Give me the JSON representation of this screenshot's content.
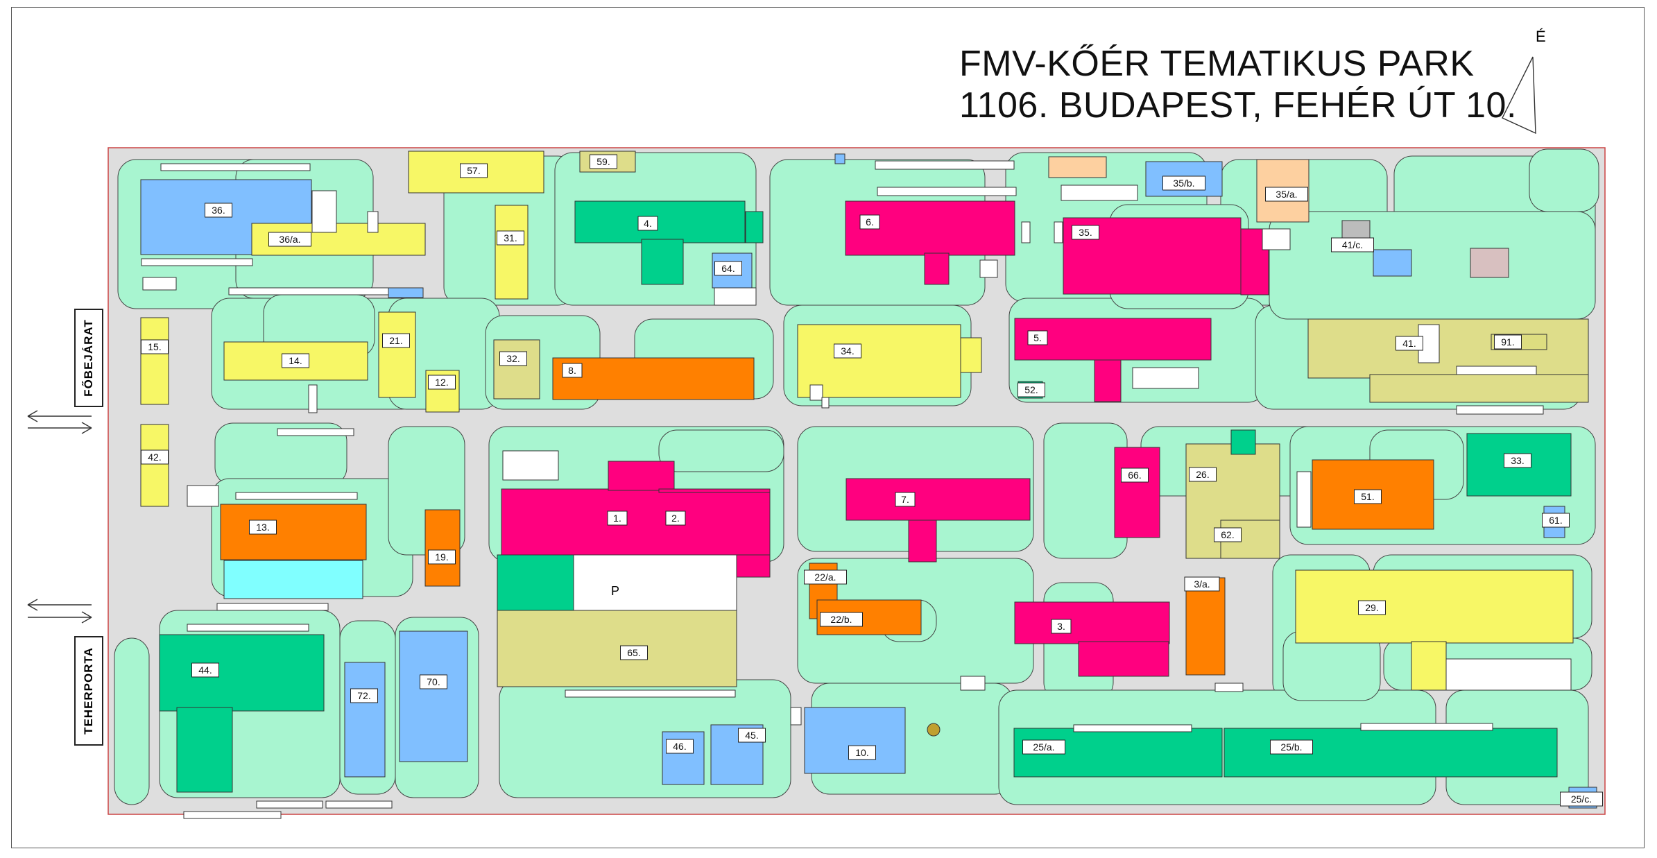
{
  "title": {
    "line1": "FMV-KŐÉR TEMATIKUS PARK",
    "line2": "1106. BUDAPEST, FEHÉR ÚT 10."
  },
  "north_label": "É",
  "entrances": {
    "main": "FŐBEJÁRAT",
    "freight": "TEHERPORTA"
  },
  "parking_label": "P",
  "colors": {
    "ground": "#a8f5d0",
    "road": "#dedede",
    "magenta": "#ff007f",
    "orange": "#ff8000",
    "yellow": "#f7f766",
    "blue": "#80bfff",
    "green": "#00d08c",
    "khaki": "#dedd8a",
    "cyan": "#80ffff",
    "peach": "#fdd0a0"
  },
  "buildings": [
    "1.",
    "2.",
    "3.",
    "3/a.",
    "4.",
    "5.",
    "6.",
    "7.",
    "8.",
    "10.",
    "12.",
    "13.",
    "14.",
    "15.",
    "19.",
    "21.",
    "22/a.",
    "22/b.",
    "25/a.",
    "25/b.",
    "25/c.",
    "26.",
    "29.",
    "31.",
    "32.",
    "33.",
    "34.",
    "35.",
    "35/a.",
    "35/b.",
    "36.",
    "36/a.",
    "41.",
    "41/c.",
    "42.",
    "44.",
    "45.",
    "46.",
    "51.",
    "52.",
    "57.",
    "59.",
    "61.",
    "62.",
    "64.",
    "65.",
    "66.",
    "70.",
    "72.",
    "91."
  ]
}
